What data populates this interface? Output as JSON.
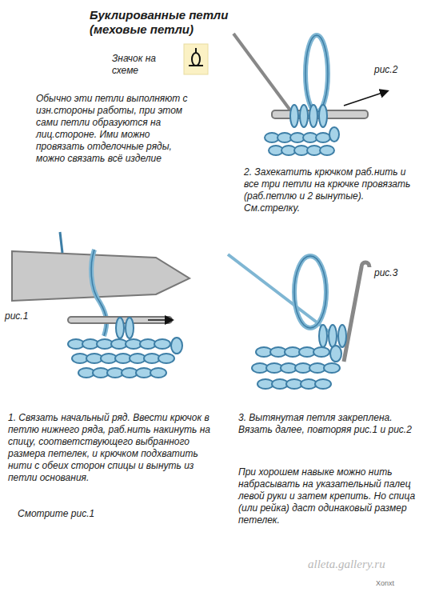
{
  "diagram": {
    "title": "Буклированные петли (меховые петли)",
    "labels": [
      "Значок на схеме",
      "Обычно эти петли выполняют с изн.стороны работы, при этом сами петли образуются на лиц.стороне. Ими можно провязать отделочные ряды, можно связать всё изделие",
      "рис.2",
      "2. Захекатить крючком раб.нить и все три петли на крючке провязать (раб.петлю и 2 вынутые). См.стрелку.",
      "рис.1",
      "рис.3",
      "1. Связать начальный ряд. Ввести крючок в петлю нижнего ряда, раб.нить накинуть на спицу, соответствующего выбранного размера петелек, и крючком подхватить нити с обеих сторон спицы и вынуть из петли основания.",
      "Смотрите рис.1",
      "3. Вытянутая петля закреплена. Вязать далее, повторяя рис.1 и рис.2",
      "При хорошем навыке можно нить набрасывать на указательный палец левой руки и затем крепить. Но спица (или рейка) даст одинаковый размер петелек.",
      "alleta.gallery.ru",
      "Xonxt"
    ]
  }
}
